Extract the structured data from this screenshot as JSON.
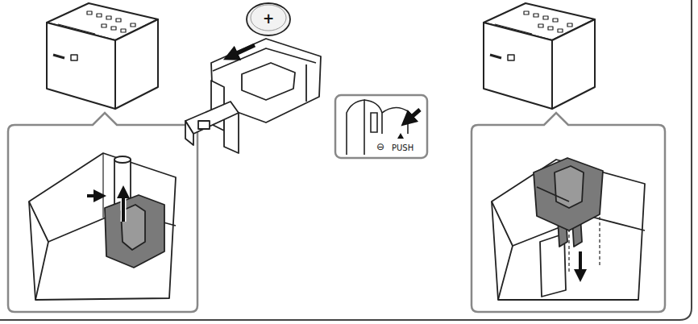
{
  "diagram": {
    "labels": [
      "+",
      "⊖",
      "PUSH"
    ]
  }
}
